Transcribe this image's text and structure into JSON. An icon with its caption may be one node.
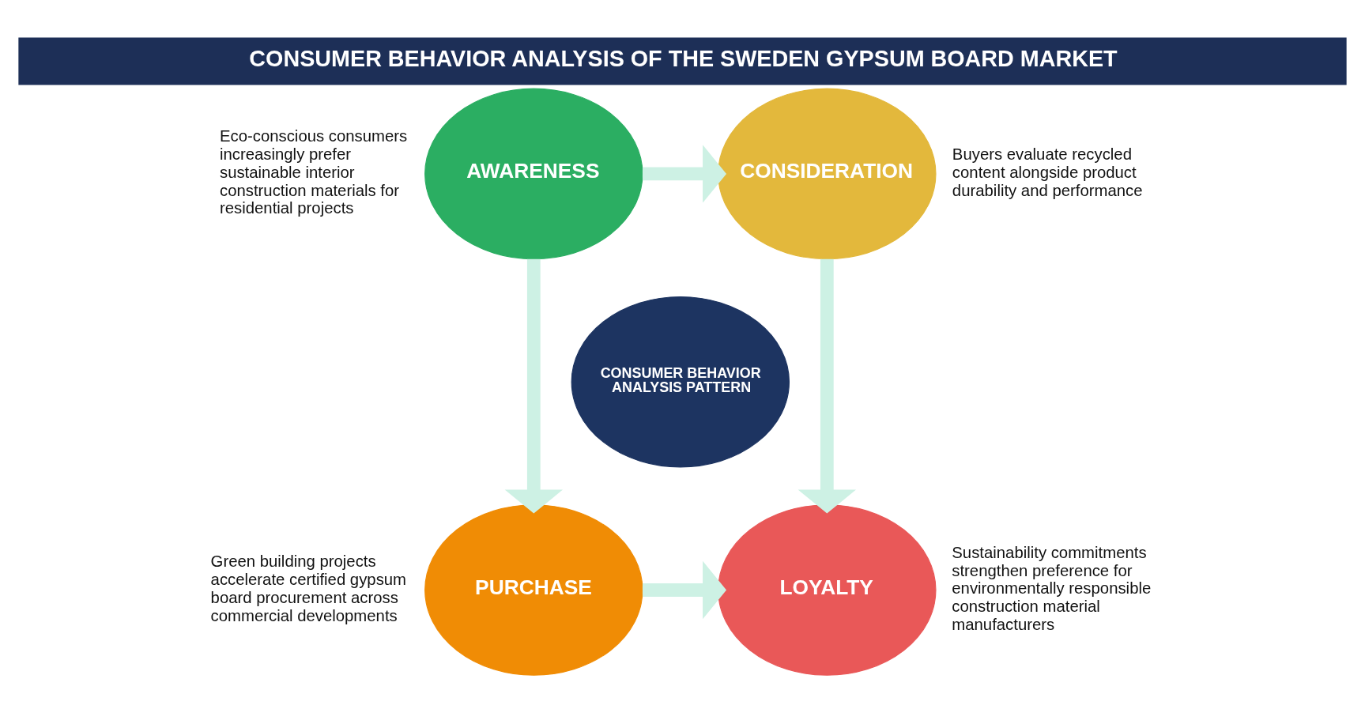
{
  "diagram": {
    "title": "CONSUMER BEHAVIOR ANALYSIS OF THE SWEDEN GYPSUM BOARD MARKET",
    "nodes": [
      {
        "text": [
          "AWARENESS"
        ],
        "beside": [
          "Eco-conscious consumers increasingly prefer sustainable interior construction materials for residential projects"
        ]
      },
      {
        "text": [
          "CONSIDERATION"
        ],
        "beside": [
          "Buyers evaluate recycled content alongside product durability and performance"
        ]
      },
      {
        "text": [
          "CONSUMER BEHAVIOR ANALYSIS PATTERN"
        ]
      },
      {
        "text": [
          "PURCHASE"
        ],
        "beside": [
          "Green building projects accelerate certified gypsum board procurement across commercial developments"
        ]
      },
      {
        "text": [
          "LOYALTY"
        ],
        "beside": [
          "Sustainability commitments strengthen preference for environmentally responsible construction material manufacturers"
        ]
      }
    ],
    "edges": [
      {
        "from": 0,
        "to": 1,
        "arrow": "to"
      },
      {
        "from": 0,
        "to": 3,
        "arrow": "to"
      },
      {
        "from": 1,
        "to": 4,
        "arrow": "to"
      },
      {
        "from": 3,
        "to": 4,
        "arrow": "to"
      }
    ]
  }
}
